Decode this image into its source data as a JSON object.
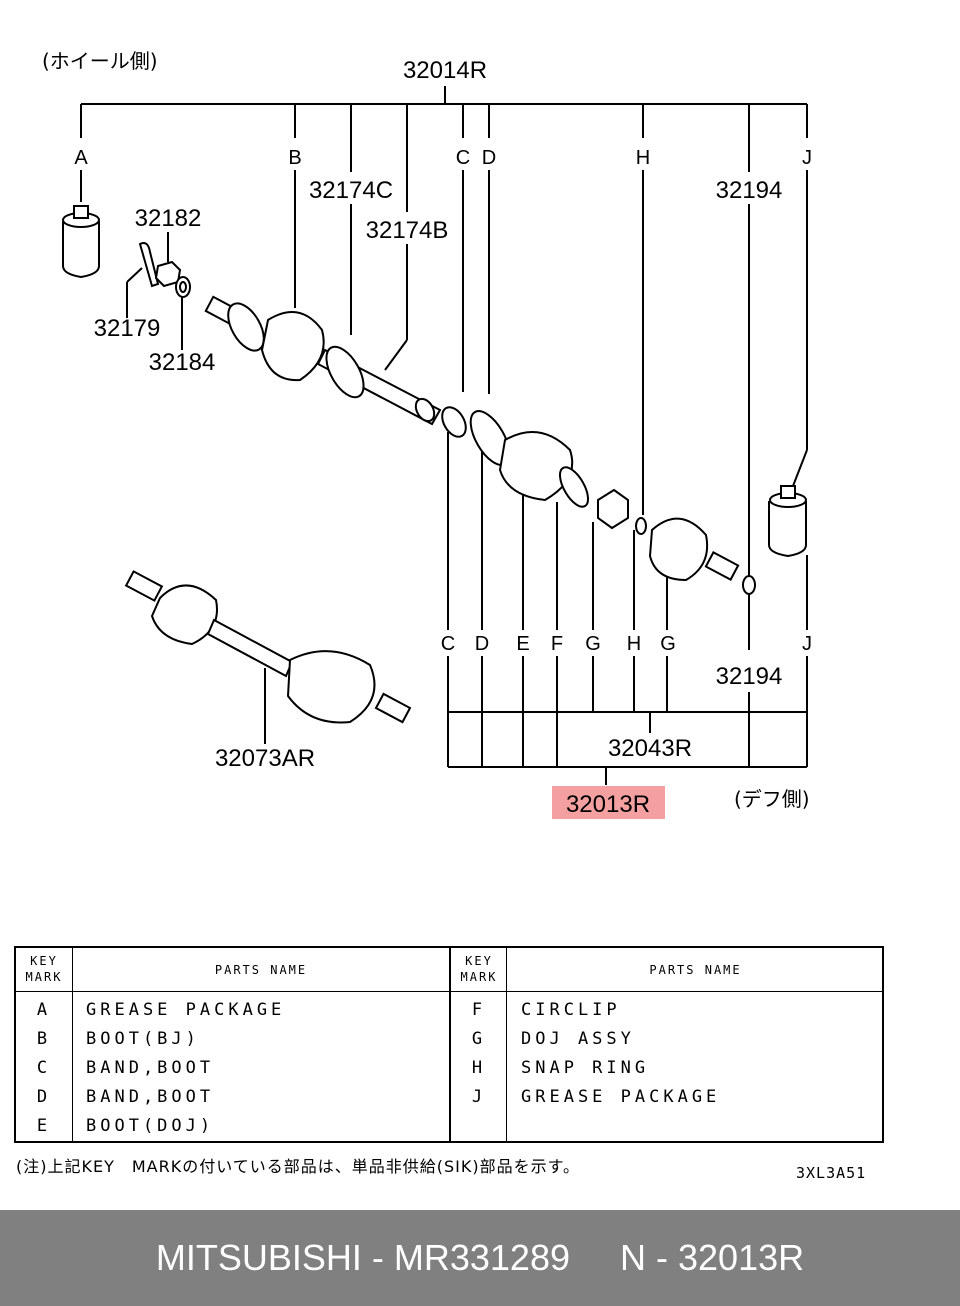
{
  "diagram": {
    "side_wheel": "(ホイール側)",
    "side_diff": "(デフ側)",
    "assembly_top": "32014R",
    "assembly_mid": "32043R",
    "assembly_bottom": "32013R",
    "highlight_color": "#f4a0a0",
    "top_keys": {
      "a": "A",
      "b": "B",
      "c": "C",
      "d": "D",
      "h": "H",
      "j": "J"
    },
    "bottom_keys": {
      "c": "C",
      "d": "D",
      "e": "E",
      "f": "F",
      "g1": "G",
      "h": "H",
      "g2": "G",
      "j": "J"
    },
    "part_numbers": {
      "p32174c": "32174C",
      "p32174b": "32174B",
      "p32182": "32182",
      "p32179": "32179",
      "p32184": "32184",
      "p32194_top": "32194",
      "p32194_bottom": "32194",
      "p32073ar": "32073AR"
    }
  },
  "table": {
    "header_key_mark_1": "KEY",
    "header_key_mark_2": "MARK",
    "header_parts_name": "PARTS NAME",
    "left_rows": [
      {
        "mark": "A",
        "name": "GREASE PACKAGE"
      },
      {
        "mark": "B",
        "name": "BOOT(BJ)"
      },
      {
        "mark": "C",
        "name": "BAND,BOOT"
      },
      {
        "mark": "D",
        "name": "BAND,BOOT"
      },
      {
        "mark": "E",
        "name": "BOOT(DOJ)"
      }
    ],
    "right_rows": [
      {
        "mark": "F",
        "name": "CIRCLIP"
      },
      {
        "mark": "G",
        "name": "DOJ ASSY"
      },
      {
        "mark": "H",
        "name": "SNAP RING"
      },
      {
        "mark": "J",
        "name": "GREASE PACKAGE"
      }
    ]
  },
  "note": "(注)上記KEY　MARKの付いている部品は、単品非供給(SIK)部品を示す。",
  "drawing_code": "3XL3A51",
  "footer": {
    "brand": "MITSUBISHI",
    "part_number": "MR331289",
    "ref": "N - 32013R",
    "background": "#808080"
  }
}
